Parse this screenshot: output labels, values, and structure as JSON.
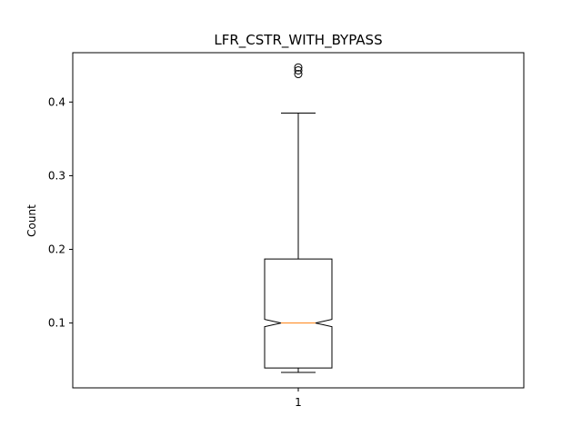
{
  "chart_data": {
    "type": "boxplot",
    "title": "LFR_CSTR_WITH_BYPASS",
    "xlabel": "",
    "ylabel": "Count",
    "notched": true,
    "grid": false,
    "categories": [
      "1"
    ],
    "yticks": [
      0.1,
      0.2,
      0.3,
      0.4
    ],
    "ylim": [
      0.012,
      0.467
    ],
    "boxes": [
      {
        "category": "1",
        "whisker_low": 0.033,
        "q1": 0.039,
        "median": 0.1,
        "q3": 0.187,
        "whisker_high": 0.385,
        "notch_low": 0.095,
        "notch_high": 0.105,
        "outliers": [
          0.438,
          0.443,
          0.447
        ]
      }
    ],
    "colors": {
      "box": "#000000",
      "median": "#ff7f0e",
      "frame": "#000000"
    }
  }
}
